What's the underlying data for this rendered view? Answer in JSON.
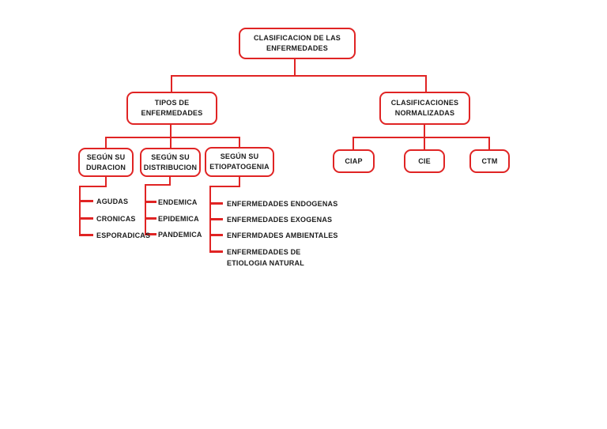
{
  "diagram": {
    "title": "CLASIFICACION DE LAS ENFERMEDADES",
    "colors": {
      "accent": "#e02424",
      "text": "#1c1c1c",
      "background": "#ffffff"
    },
    "nodes": {
      "root": {
        "label": "CLASIFICACION DE LAS\nENFERMEDADES"
      },
      "tipos": {
        "label": "TIPOS DE\nENFERMEDADES"
      },
      "normalizadas": {
        "label": "CLASIFICACIONES\nNORMALIZADAS"
      },
      "duracion": {
        "label": "SEGÚN SU\nDURACION"
      },
      "distribucion": {
        "label": "SEGÚN SU\nDISTRIBUCION"
      },
      "etiopatogenia": {
        "label": "SEGÚN SU\nETIOPATOGENIA"
      },
      "ciap": {
        "label": "CIAP"
      },
      "cie": {
        "label": "CIE"
      },
      "ctm": {
        "label": "CTM"
      }
    },
    "lists": {
      "duracion_items": [
        "AGUDAS",
        "CRONICAS",
        "ESPORADICAS"
      ],
      "distribucion_items": [
        "ENDEMICA",
        "EPIDEMICA",
        "PANDEMICA"
      ],
      "etiopatogenia_items": [
        "ENFERMEDADES ENDOGENAS",
        "ENFERMEDADES EXOGENAS",
        "ENFERMDADES AMBIENTALES",
        "ENFERMEDADES DE\nETIOLOGIA NATURAL"
      ]
    }
  }
}
